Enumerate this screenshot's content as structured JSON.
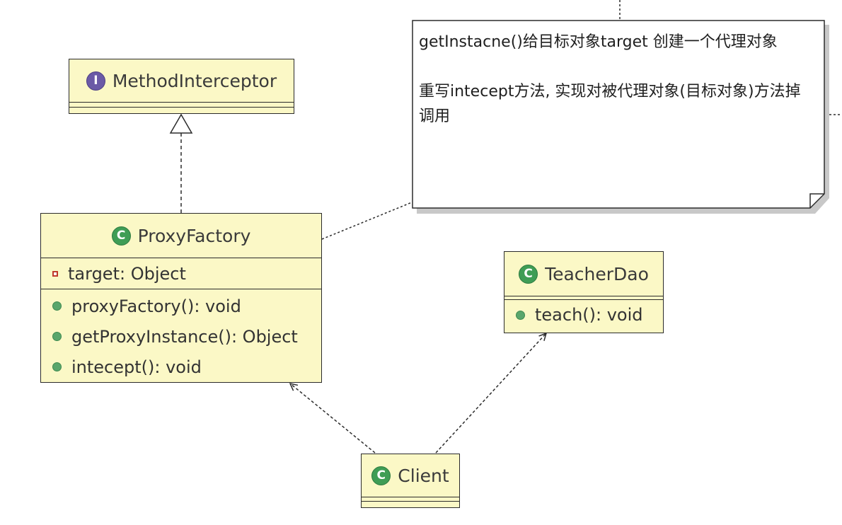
{
  "interface": {
    "name": "MethodInterceptor",
    "icon": "interface-icon"
  },
  "proxy_factory": {
    "name": "ProxyFactory",
    "icon": "class-icon",
    "fields": [
      "target: Object"
    ],
    "methods": [
      "proxyFactory(): void",
      "getProxyInstance(): Object",
      "intecept(): void"
    ]
  },
  "teacher_dao": {
    "name": "TeacherDao",
    "icon": "class-icon",
    "methods": [
      "teach(): void"
    ]
  },
  "client": {
    "name": "Client",
    "icon": "class-icon"
  },
  "note": {
    "line1": "getInstacne()给目标对象target 创建一个代理对象",
    "line2": "重写intecept方法, 实现对被代理对象(目标对象)方法掉调用"
  },
  "colors": {
    "class_fill": "#fbf8c6",
    "border": "#2b2b2b",
    "interface_badge": "#6b5aa6",
    "class_badge": "#3f9d55",
    "field_icon": "#c0392b",
    "method_icon": "#5aa66c"
  }
}
